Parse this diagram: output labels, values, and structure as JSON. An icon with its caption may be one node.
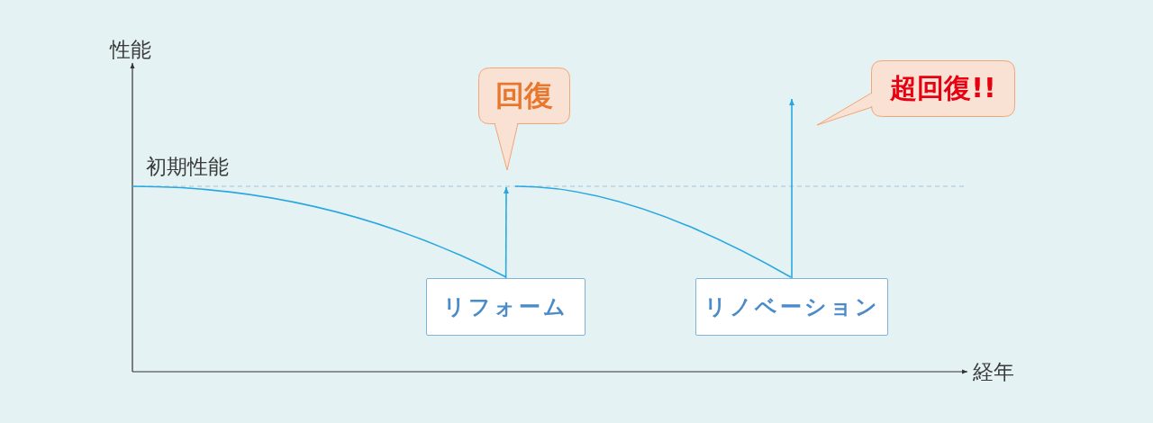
{
  "diagram": {
    "nodes": [
      {
        "text": [
          "リフォーム"
        ]
      },
      {
        "text": [
          "リノベーション"
        ]
      },
      {
        "text": [
          "回復"
        ]
      },
      {
        "text": [
          "超回復!!"
        ]
      }
    ],
    "edges": [
      {
        "from": 0,
        "to": 2,
        "arrow": "to"
      },
      {
        "from": 1,
        "to": 3,
        "arrow": "to"
      }
    ],
    "labels": [
      "性能",
      "初期性能",
      "経年"
    ]
  }
}
